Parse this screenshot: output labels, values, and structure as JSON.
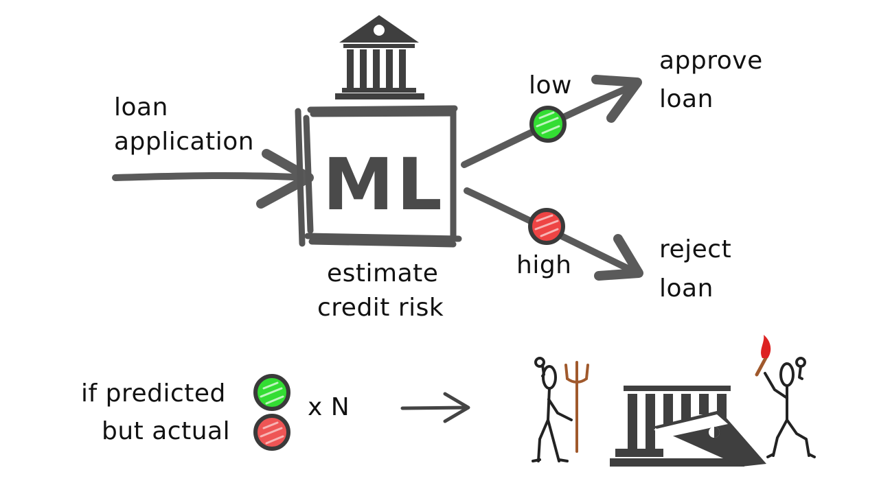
{
  "input_label": {
    "line1": "loan",
    "line2": "application"
  },
  "model": {
    "box_label": "ML",
    "caption_line1": "estimate",
    "caption_line2": "credit risk"
  },
  "branches": {
    "low": {
      "risk_label": "low",
      "outcome_line1": "approve",
      "outcome_line2": "loan",
      "dot_color": "#33dd33"
    },
    "high": {
      "risk_label": "high",
      "outcome_line1": "reject",
      "outcome_line2": "loan",
      "dot_color": "#ee4444"
    }
  },
  "consequence": {
    "predicted_line": "if predicted",
    "actual_line": "but actual",
    "multiplier": "x N",
    "predicted_dot_color": "#33dd33",
    "actual_dot_color": "#ee5555"
  },
  "colors": {
    "ink": "#111111",
    "arrow": "#5a5a5a",
    "building": "#3f3f3f",
    "pitchfork": "#a0592c",
    "torch_flame": "#dd2222"
  },
  "icons": {
    "bank": "bank-building-icon",
    "collapsed_bank": "collapsed-bank-icon",
    "angry_mob": "angry-person-icon",
    "pitchfork": "pitchfork-icon",
    "torch": "torch-icon"
  }
}
